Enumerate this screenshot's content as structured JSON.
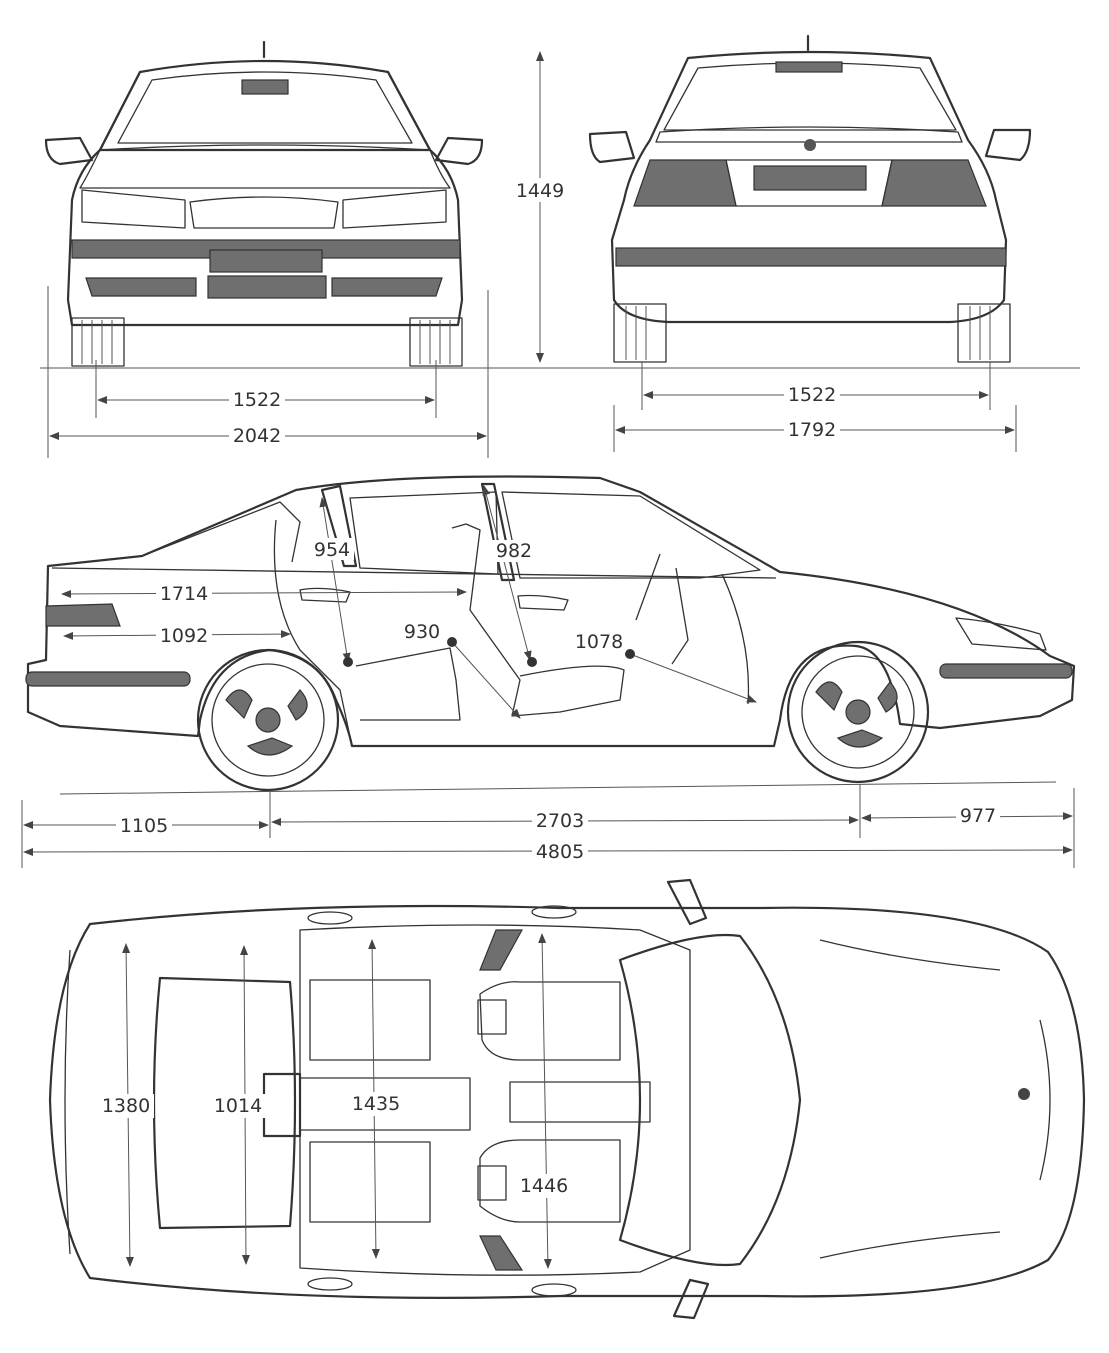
{
  "dimensions": {
    "front_track": "1522",
    "front_width": "2042",
    "height": "1449",
    "rear_track": "1522",
    "body_width": "1792",
    "rear_legroom_long": "1714",
    "rear_legroom_short": "1092",
    "rear_headroom": "954",
    "front_headroom": "982",
    "rear_seat_diag": "930",
    "front_seat_diag": "1078",
    "rear_overhang": "1105",
    "wheelbase": "2703",
    "front_overhang": "977",
    "overall_length": "4805",
    "rear_width_outer": "1380",
    "rear_window_width": "1014",
    "rear_cabin_width": "1435",
    "front_cabin_width": "1446"
  }
}
